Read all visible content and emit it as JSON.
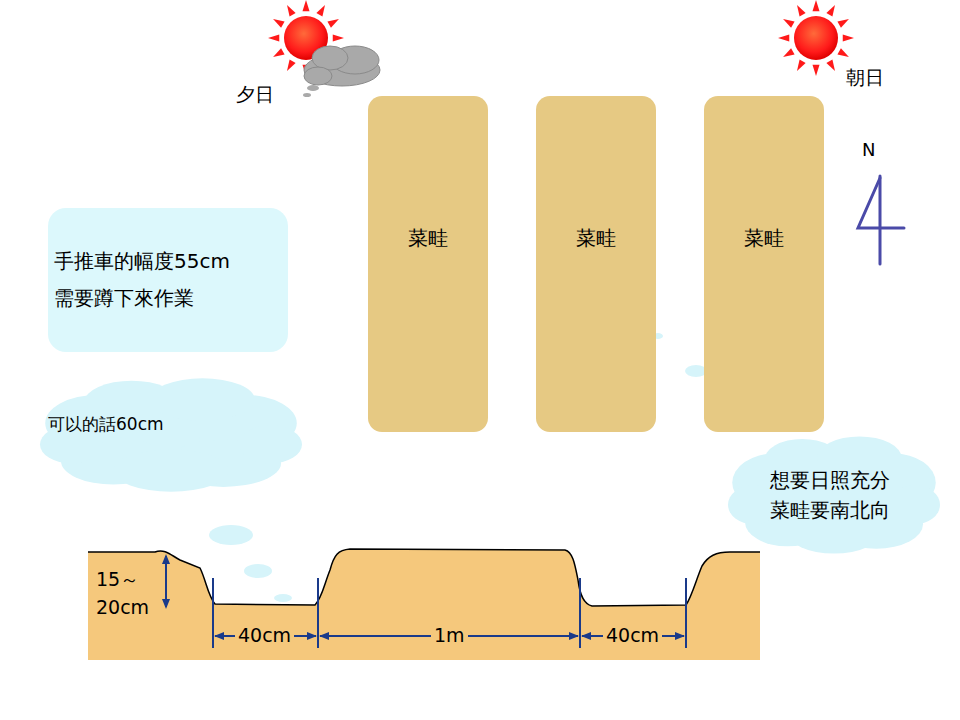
{
  "diagram": {
    "nodes": [
      {
        "text": [
          "菜畦"
        ]
      },
      {
        "text": [
          "菜畦"
        ]
      },
      {
        "text": [
          "菜畦"
        ]
      },
      {
        "text": [
          "手推車的幅度55cm",
          "需要蹲下來作業"
        ]
      },
      {
        "text": [
          "可以的話60cm"
        ]
      },
      {
        "text": [
          "想要日照充分 菜畦要南北向"
        ]
      }
    ],
    "labels": [
      "夕日",
      "朝日",
      "N",
      "15～ 20cm",
      "40cm",
      "1m",
      "40cm"
    ]
  }
}
